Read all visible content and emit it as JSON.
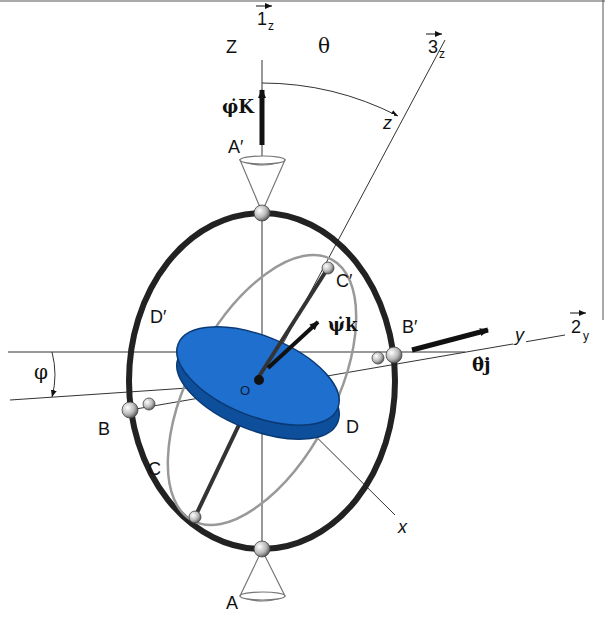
{
  "diagram": {
    "labels": [
      "Z",
      "1",
      "z",
      "θ",
      "3",
      "z",
      "z",
      "φ̇K",
      "A′",
      "D′",
      "C′",
      "ψ̇k",
      "B′",
      "θ̇j",
      "y",
      "2",
      "y",
      "φ",
      "B",
      "O",
      "D",
      "C",
      "x",
      "A"
    ]
  }
}
